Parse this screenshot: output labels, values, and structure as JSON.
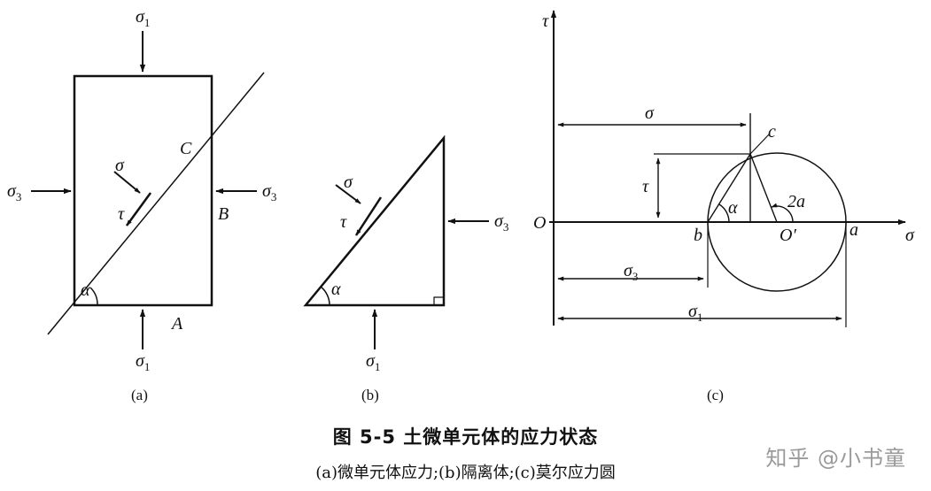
{
  "panels": {
    "a": {
      "caption": "(a)",
      "sigma1_top": "σ",
      "sigma1_top_sub": "1",
      "sigma1_bottom": "σ",
      "sigma1_bottom_sub": "1",
      "sigma3_left": "σ",
      "sigma3_left_sub": "3",
      "sigma3_right": "σ",
      "sigma3_right_sub": "3",
      "sigma": "σ",
      "tau": "τ",
      "alpha": "α",
      "point_A": "A",
      "point_B": "B",
      "point_C": "C"
    },
    "b": {
      "caption": "(b)",
      "sigma": "σ",
      "tau": "τ",
      "alpha": "α",
      "sigma3": "σ",
      "sigma3_sub": "3",
      "sigma1": "σ",
      "sigma1_sub": "1"
    },
    "c": {
      "caption": "(c)",
      "tau_axis": "τ",
      "sigma_axis": "σ",
      "origin": "O",
      "dim_sigma": "σ",
      "dim_tau": "τ",
      "dim_sigma3": "σ",
      "dim_sigma3_sub": "3",
      "dim_sigma1": "σ",
      "dim_sigma1_sub": "1",
      "alpha": "α",
      "two_alpha": "2a",
      "point_b": "b",
      "point_a": "a",
      "point_c": "c",
      "center": "O′"
    }
  },
  "figure_title": "图 5-5   土微单元体的应力状态",
  "figure_subtitle": "(a)微单元体应力;(b)隔离体;(c)莫尔应力圆",
  "watermark": "知乎 @小书童"
}
